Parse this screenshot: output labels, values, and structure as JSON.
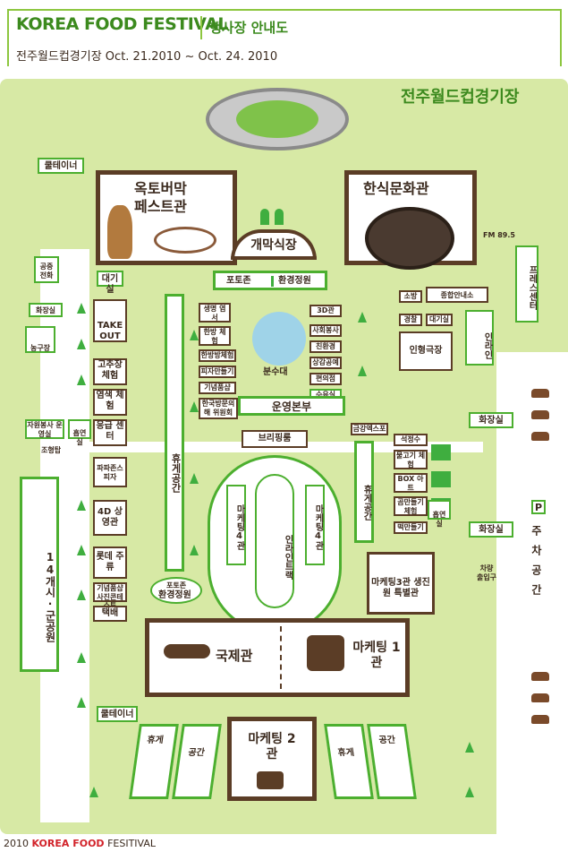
{
  "header": {
    "title_en": "KOREA FOOD FESTIVAL",
    "title_ko": "행사장 안내도",
    "subtitle": "전주월드컵경기장  Oct. 21.2010 ~ Oct. 24. 2010"
  },
  "map": {
    "stadium_label": "전주월드컵경기장",
    "buildings": {
      "cooler_top": "쿨테이너",
      "pottery_hall_1": "옥토버막",
      "pottery_hall_2": "페스트관",
      "korean_culture_hall": "한식문화관",
      "opening_1": "개막식장",
      "photo_zone": "포토존",
      "eco_garden": "환경정원",
      "pay_phone_1": "공중",
      "pay_phone_2": "전화",
      "restroom_left": "화장실",
      "basketball": "농구장",
      "waiting_left": "대기실",
      "take_out": "TAKE OUT",
      "gochujang": "고추장 체험",
      "dyeing": "염색 체험",
      "first_aid": "응급 센터",
      "volunteer": "자원봉사 운영실",
      "smoking": "흡연실",
      "sculpture": "조형탑",
      "papa_johns": "파파존스 피자",
      "theater_4d": "4D 상영관",
      "lotte": "롯데 주류",
      "souvenir": "기념품샵 사진콘테스트",
      "delivery": "택배",
      "city_park": "14개시·군공원",
      "rest_area_vertical": "휴게공간",
      "photo_zone_2": "포토존",
      "eco_garden_2": "환경정원",
      "life_culture": "생명 염서",
      "herbal": "한방 체험",
      "herbal_2": "한방방체험",
      "pizza_making": "피자만들기",
      "souvenir_shop": "기념품샵",
      "kimchi_committee": "한국방문의해 위원회",
      "fountain": "분수대",
      "hall_3d": "3D관",
      "social": "사회봉사",
      "eco": "친환경",
      "coexist": "상감공예",
      "convenience": "편의점",
      "nursing": "수유실",
      "operations": "운영본부",
      "briefing": "브리핑룸",
      "info": "종합안내소",
      "police_box": "소방",
      "police": "경찰",
      "waiting_right": "대기실",
      "puppet": "인형극장",
      "inline": "인라인",
      "press": "프레스센터",
      "fm": "FM 89.5",
      "restroom_right_1": "화장실",
      "restroom_right_2": "화장실",
      "geumgang": "금강엑스포",
      "stone": "석정수",
      "rice_cake": "물고기 체험",
      "box_art": "BOX 아트",
      "gom": "곰만들기 체험",
      "tteok": "떡만들기",
      "smoking_right": "흡연실",
      "rest_area_right": "휴게공간",
      "marketing4_left": "마케팅4관",
      "marketing4_right": "마케팅4관",
      "inline_track": "인라인트랙",
      "marketing3": "마케팅3관 생진원 특별관",
      "parking_p": "P",
      "parking": "주차공간",
      "car_entry": "차량 출입구",
      "international": "국제관",
      "marketing1": "마케팅 1관",
      "cooler_bottom": "쿨테이너",
      "rest_bottom_left_1": "휴게",
      "rest_bottom_left_2": "공간",
      "marketing2": "마케팅 2관",
      "rest_bottom_right_1": "휴게",
      "rest_bottom_right_2": "공간"
    }
  },
  "footer": {
    "year": "2010",
    "brand": "KOREA FOOD",
    "suffix": "FESITIVAL"
  },
  "colors": {
    "brand_green": "#3c8a1e",
    "map_bg": "#d7e9a5",
    "building_brown": "#5b3d26",
    "accent_green": "#4caf2f"
  }
}
